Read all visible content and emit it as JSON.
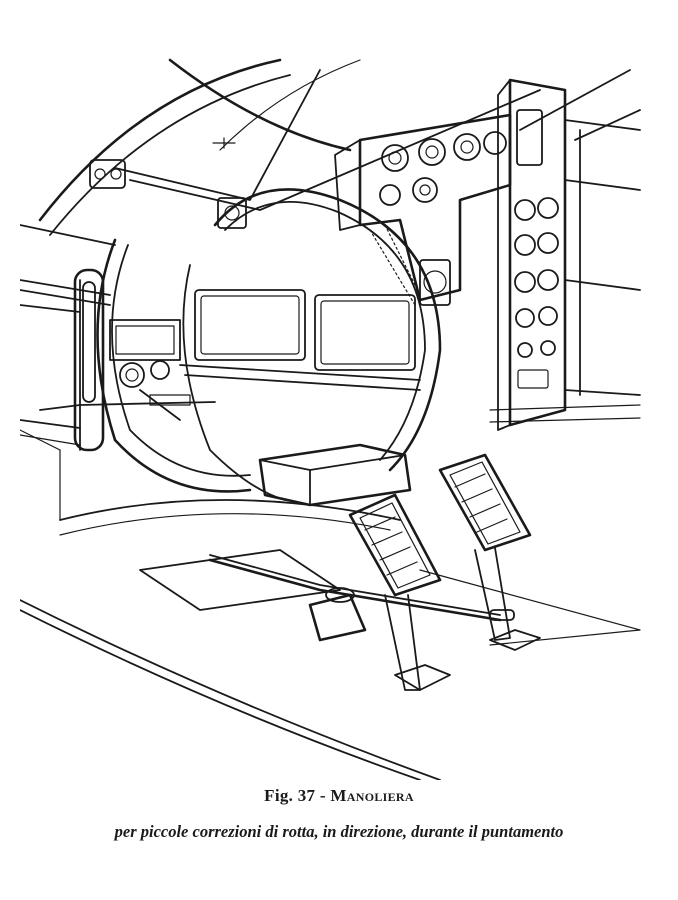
{
  "figure": {
    "label": "Fig. 37",
    "separator": " - ",
    "title": "Manoliera",
    "subtitle": "per piccole correzioni di rotta, in direzione, durante il puntamento"
  },
  "colors": {
    "ink": "#1a1a1a",
    "paper": "#ffffff"
  }
}
